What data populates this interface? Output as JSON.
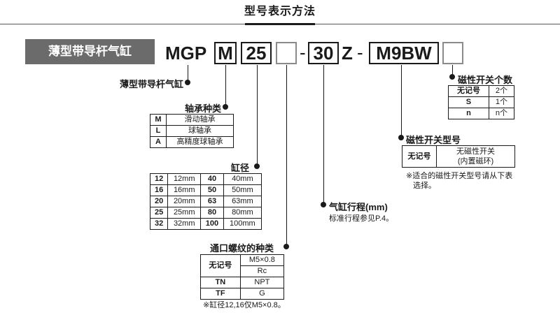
{
  "title": "型号表示方法",
  "banner": "薄型带导杆气缸",
  "code": {
    "series": "MGP",
    "bearing": "M",
    "bore": "25",
    "dash1": "-",
    "stroke": "30",
    "z": "Z",
    "dash2": "-",
    "switch": "M9BW"
  },
  "labels": {
    "cylinder": "薄型带导杆气缸",
    "bearing": "轴承种类",
    "bore": "缸径",
    "port": "通口螺纹的种类",
    "stroke": "气缸行程(mm)",
    "stroke_note": "标准行程参见P.4。",
    "switch_count": "磁性开关个数",
    "switch_type": "磁性开关型号",
    "switch_note_1": "※适合的磁性开关型号请从下表",
    "switch_note_2": "选择。",
    "port_note": "※缸径12,16仅M5×0.8。"
  },
  "bearing_rows": [
    {
      "code": "M",
      "desc": "滑动轴承"
    },
    {
      "code": "L",
      "desc": "球轴承"
    },
    {
      "code": "A",
      "desc": "高精度球轴承"
    }
  ],
  "bore_rows": [
    {
      "a": "12",
      "b": "12mm",
      "c": "40",
      "d": "40mm"
    },
    {
      "a": "16",
      "b": "16mm",
      "c": "50",
      "d": "50mm"
    },
    {
      "a": "20",
      "b": "20mm",
      "c": "63",
      "d": "63mm"
    },
    {
      "a": "25",
      "b": "25mm",
      "c": "80",
      "d": "80mm"
    },
    {
      "a": "32",
      "b": "32mm",
      "c": "100",
      "d": "100mm"
    }
  ],
  "port_rows": {
    "none_label": "无记号",
    "none_1": "M5×0.8",
    "none_2": "Rc",
    "tn_code": "TN",
    "tn_val": "NPT",
    "tf_code": "TF",
    "tf_val": "G"
  },
  "count_rows": [
    {
      "code": "无记号",
      "val": "2个"
    },
    {
      "code": "S",
      "val": "1个"
    },
    {
      "code": "n",
      "val": "n个"
    }
  ],
  "switch_rows": {
    "code": "无记号",
    "val_1": "无磁性开关",
    "val_2": "(内置磁环)"
  }
}
